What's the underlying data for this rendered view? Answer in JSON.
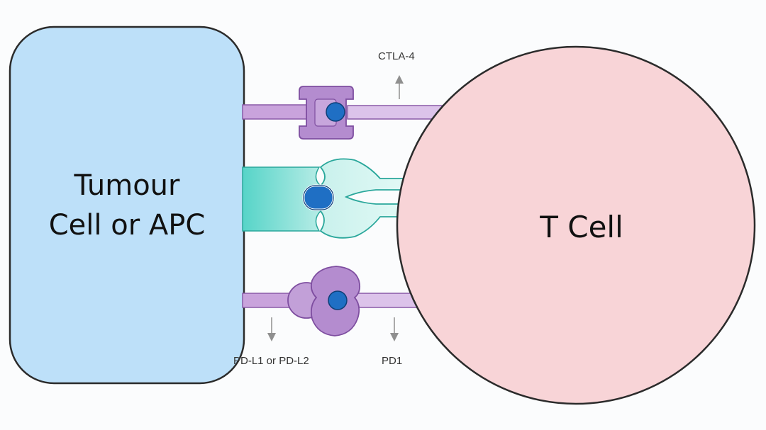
{
  "cells": {
    "tumour": {
      "line1": "Tumour",
      "line2": "Cell or APC"
    },
    "tcell": {
      "label": "T Cell"
    }
  },
  "molecules": {
    "ctla4": "CTLA-4",
    "pdl": "PD-L1 or PD-L2",
    "pd1": "PD1"
  },
  "colors": {
    "tumour_fill": "#bde0f9",
    "tcell_fill": "#f8d4d7",
    "purple": "#b48ccf",
    "teal": "#56d4c8",
    "ligand_blue": "#1f6fc4"
  }
}
